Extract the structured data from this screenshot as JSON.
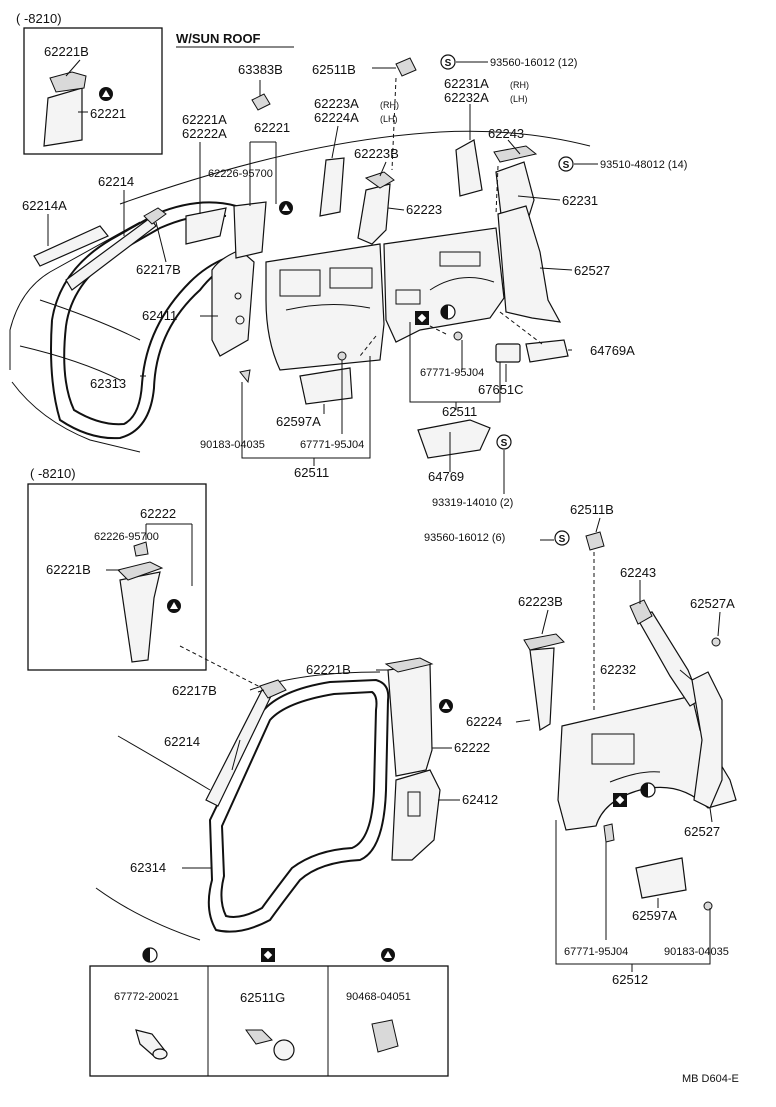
{
  "header": {
    "range_top": "(      -8210)",
    "range_mid": "(      -8210)",
    "variant": "W/SUN  ROOF"
  },
  "parts": {
    "p62221B_a": "62221B",
    "p62221_a": "62221",
    "p63383B": "63383B",
    "p62511B_top": "62511B",
    "s93560_12": "93560-16012 (12)",
    "p62231A": "62231A",
    "p62231A_side": "(RH)",
    "p62232A": "62232A",
    "p62232A_side": "(LH)",
    "p62243_top": "62243",
    "s93510_14": "93510-48012 (14)",
    "p62231": "62231",
    "p62221A": "62221A",
    "p62222A": "62222A",
    "p62221_b": "62221",
    "p62223A": "62223A",
    "p62223A_side": "(RH)",
    "p62224A": "62224A",
    "p62224A_side": "(LH)",
    "p62223B_top": "62223B",
    "p62226_top": "62226-95700",
    "p62214": "62214",
    "p62214A": "62214A",
    "p62223": "62223",
    "p62217B_top": "62217B",
    "p62527_top": "62527",
    "p62411": "62411",
    "p64769A": "64769A",
    "p67771_right": "67771-95J04",
    "p67651C": "67651C",
    "p62313": "62313",
    "p62597A_top": "62597A",
    "p62511_right": "62511",
    "p90183_left": "90183-04035",
    "p67771_left": "67771-95J04",
    "p62511_left": "62511",
    "p64769": "64769",
    "s93319_2": "93319-14010 (2)",
    "p62511B_mid": "62511B",
    "s93560_6": "93560-16012 (6)",
    "p62222_box": "62222",
    "p62226_box": "62226-95700",
    "p62221B_box": "62221B",
    "p62243_bot": "62243",
    "p62223B_bot": "62223B",
    "p62527A": "62527A",
    "p62221B_bot": "62221B",
    "p62217B_bot": "62217B",
    "p62232": "62232",
    "p62224": "62224",
    "p62214_bot": "62214",
    "p62222_bot": "62222",
    "p62412": "62412",
    "p62527_bot": "62527",
    "p62314": "62314",
    "p62597A_bot": "62597A",
    "p67771_bot": "67771-95J04",
    "p90183_bot": "90183-04035",
    "p62512": "62512"
  },
  "legend": [
    {
      "symbol": "half-circle",
      "part": "67772-20021"
    },
    {
      "symbol": "square-dot",
      "part": "62511G"
    },
    {
      "symbol": "triangle",
      "part": "90468-04051"
    }
  ],
  "footer": {
    "code": "MB  D604-E"
  }
}
